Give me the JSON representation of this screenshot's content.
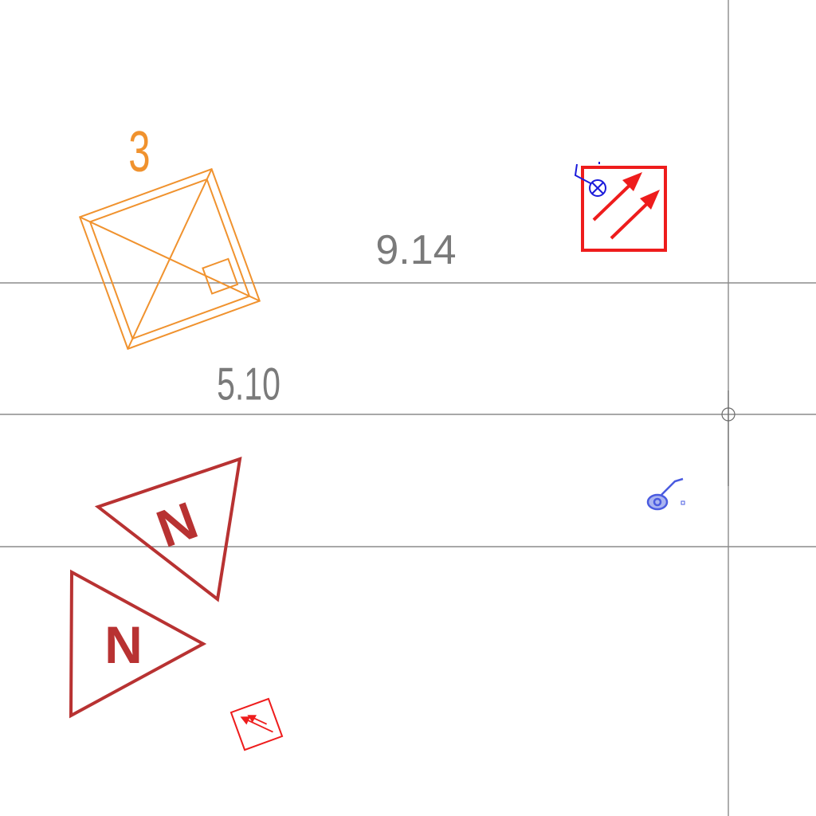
{
  "drawing": {
    "background_color": "#ffffff",
    "grid_line_color": "#8c8c8c",
    "dimensions": {
      "upper_value": "9.14",
      "lower_value": "5.10"
    },
    "room_tag": {
      "number": "3",
      "color": "#f0922e"
    },
    "north_symbols": {
      "letter": "N",
      "color": "#b83232"
    },
    "exit_symbols": {
      "color": "#ee1c1c"
    },
    "fixture_symbols": {
      "color": "#1a1adb",
      "highlight_color": "#4a5be0"
    }
  }
}
